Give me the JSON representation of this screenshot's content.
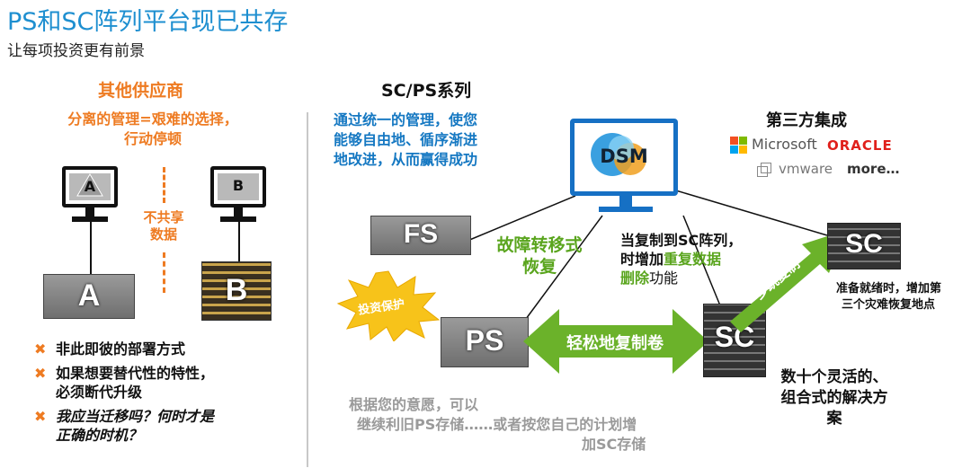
{
  "header": {
    "title": "PS和SC阵列平台现已共存",
    "subtitle": "让每项投资更有前景"
  },
  "left_panel": {
    "heading": "其他供应商",
    "orange_note_line1": "分离的管理=艰难的选择，",
    "orange_note_line2": "行动停顿",
    "monitor_a_label": "A",
    "monitor_b_label": "B",
    "server_a_label": "A",
    "server_b_label": "B",
    "no_share_line1": "不共享",
    "no_share_line2": "数据",
    "bullet_mark": "✖",
    "bullets": [
      {
        "line1": "非此即彼的部署方式",
        "line2": ""
      },
      {
        "line1": "如果想要替代性的特性，",
        "line2": "必须断代升级"
      },
      {
        "line1": "我应当迁移吗？何时才是",
        "line2": "正确的时机？"
      }
    ]
  },
  "right_panel": {
    "heading": "SC/PS系列",
    "blue_note_line1": "通过统一的管理，使您",
    "blue_note_line2": "能够自由地、循序渐进",
    "blue_note_line3": "地改进，从而赢得成功",
    "dsm_label": "DSM",
    "fs_label": "FS",
    "ps_label": "PS",
    "sc_center_label": "SC",
    "sc_right_label": "SC",
    "failover_line1": "故障转移式",
    "failover_line2": "恢复",
    "dedupe_line1": "当复制到SC阵列，",
    "dedupe_line2_prefix": "时增加",
    "dedupe_line2_green": "重复数据",
    "dedupe_line3_green": "删除",
    "dedupe_line3_suffix": "功能",
    "investment_badge": "投资保护",
    "arrow_label": "轻松地复制卷",
    "multi_hop_label": "多跳复制",
    "third_party_heading": "第三方集成",
    "vendors": {
      "microsoft": "Microsoft",
      "oracle": "ORACLE",
      "vmware": "vmware",
      "more": "more…"
    },
    "ready_line1": "准备就绪时，增加第",
    "ready_line2": "三个灾难恢复地点",
    "flexible_line1": "数十个灵活的、",
    "flexible_line2": "组合式的解决方",
    "flexible_line3": "案",
    "gray_line1": "根据您的意愿，可以",
    "gray_line2": "继续利旧PS存储……或者按您自己的计划增",
    "gray_line3": "加SC存储"
  },
  "colors": {
    "title_blue": "#1e8fd0",
    "orange": "#ee7b22",
    "text_blue": "#1578c2",
    "green": "#5aa51e",
    "gray": "#9a9a9a",
    "oracle_red": "#e0201b"
  }
}
